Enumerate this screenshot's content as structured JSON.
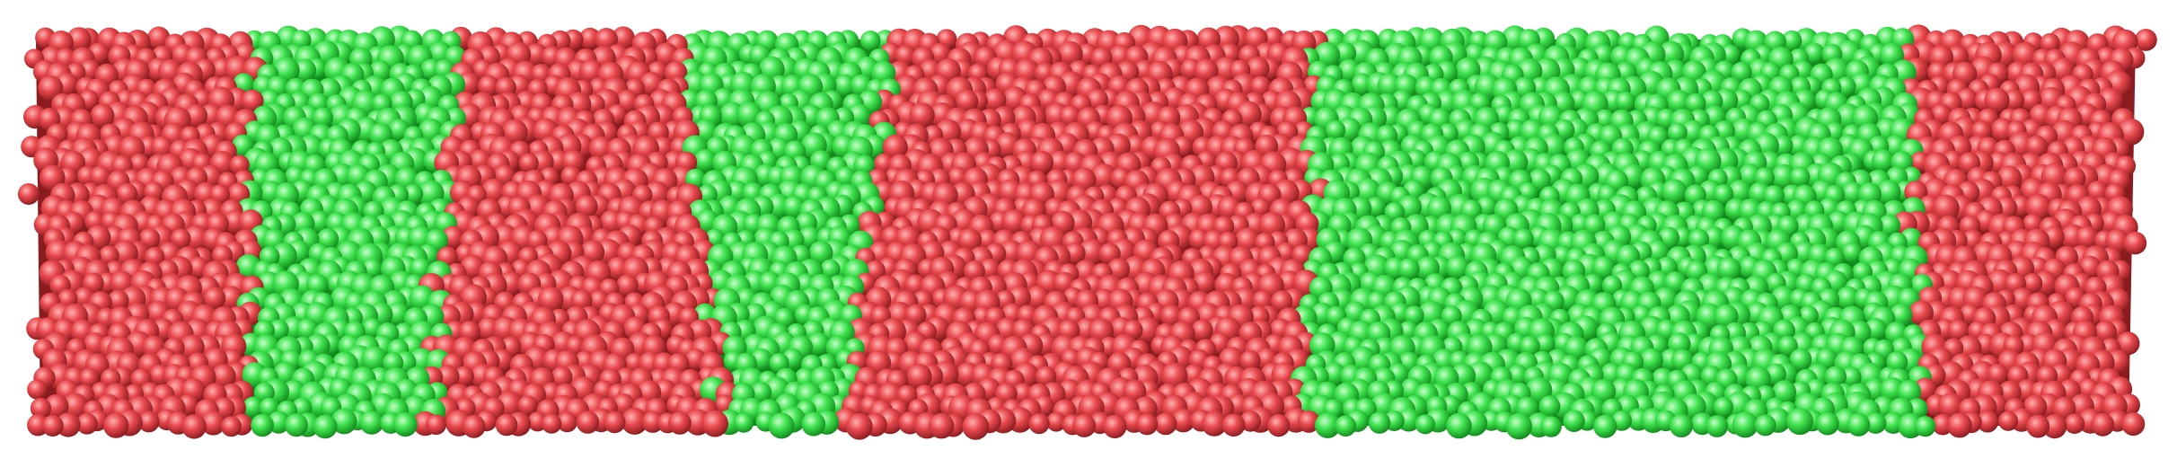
{
  "image": {
    "subject": "particle-slab",
    "background_color": "#ffffff",
    "shading": "spherical-glossy"
  },
  "colors": {
    "red_phase": "#e8484d",
    "red_phase_highlight": "#ffb0b0",
    "red_phase_shadow": "#8a1c20",
    "green_phase": "#3fe24f",
    "green_phase_highlight": "#c6ffc9",
    "green_phase_shadow": "#128a1c"
  },
  "phases": [
    {
      "name": "red",
      "order": 1
    },
    {
      "name": "green",
      "order": 2
    },
    {
      "name": "red",
      "order": 3
    },
    {
      "name": "green",
      "order": 4
    },
    {
      "name": "red",
      "order": 5
    },
    {
      "name": "green",
      "order": 6
    },
    {
      "name": "red",
      "order": 7
    }
  ]
}
